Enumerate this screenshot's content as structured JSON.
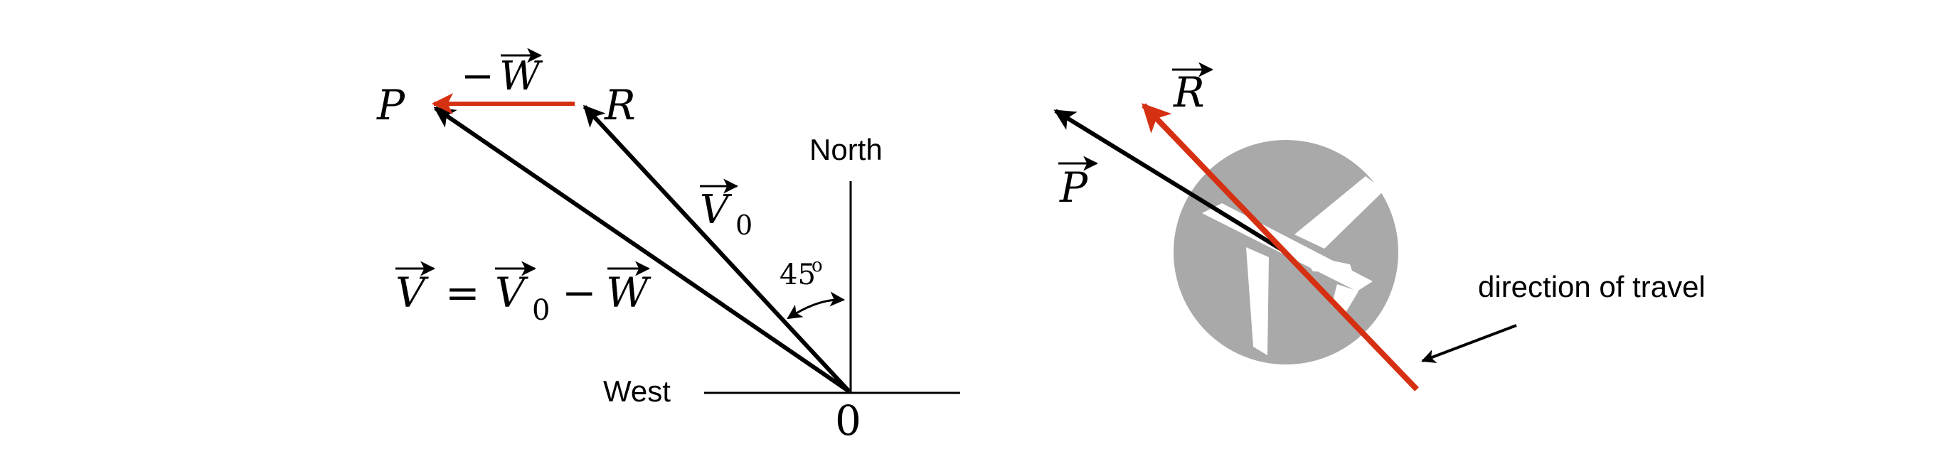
{
  "colors": {
    "black": "#000000",
    "red": "#d63012",
    "plane_gray": "#a9a9a9",
    "background": "#ffffff"
  },
  "left_diagram": {
    "point_P": "P",
    "point_R": "R",
    "origin": "0",
    "north": "North",
    "west": "West",
    "angle": "45",
    "angle_unit": "o",
    "neg_sign": "−",
    "vec_W": "W",
    "vec_V": "V",
    "vec_V0": "V",
    "sub0": "0",
    "equals": "=",
    "minus": "−"
  },
  "right_diagram": {
    "vec_R": "R",
    "vec_P": "P",
    "direction_label": "direction of travel",
    "icon": "airplane-icon"
  }
}
